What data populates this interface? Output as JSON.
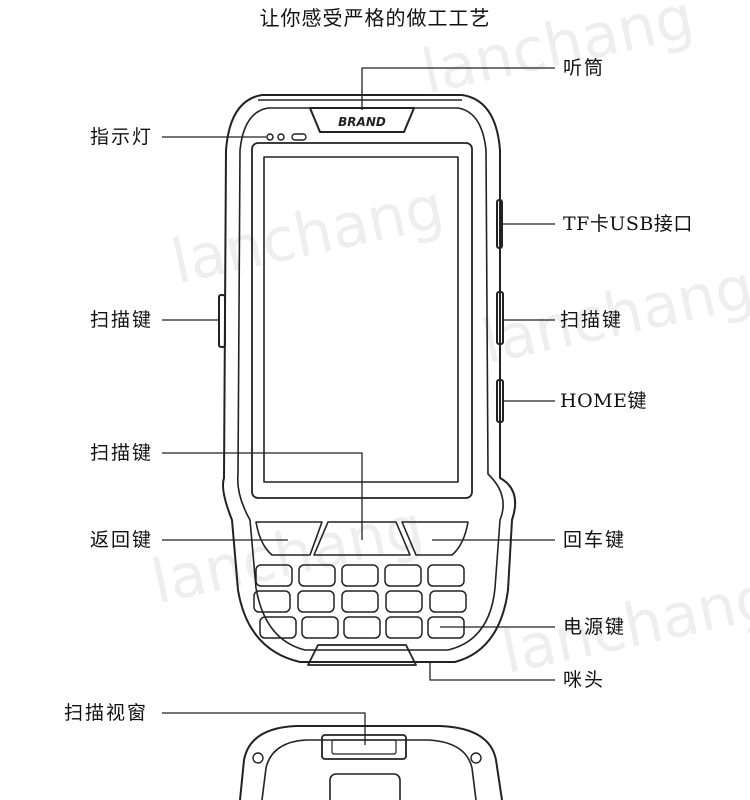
{
  "title": "让你感受严格的做工工艺",
  "watermark": {
    "text": "lanchang"
  },
  "device": {
    "brand": "BRAND"
  },
  "labels": {
    "earpiece": "听筒",
    "indicator": "指示灯",
    "tf_usb": "TF卡USB接口",
    "scan_left": "扫描键",
    "scan_right": "扫描键",
    "home": "HOME键",
    "scan_center": "扫描键",
    "back": "返回键",
    "enter": "回车键",
    "power": "电源键",
    "microphone": "咪头",
    "scan_window": "扫描视窗"
  }
}
